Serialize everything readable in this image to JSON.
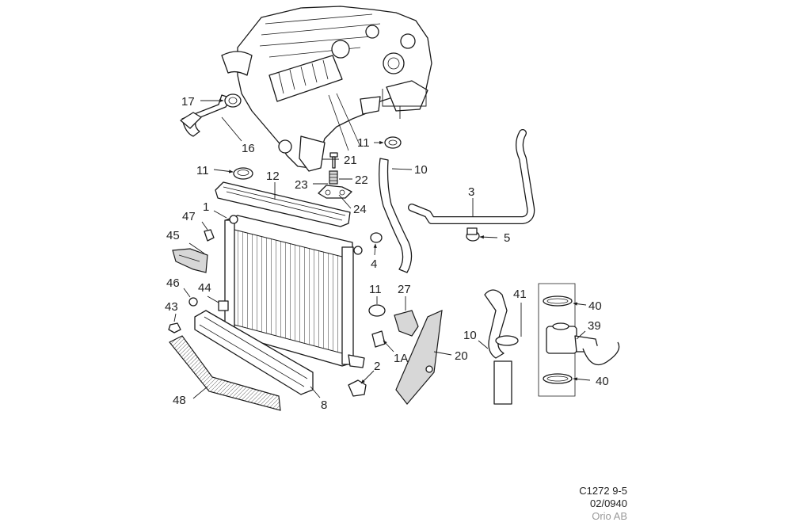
{
  "diagram": {
    "callouts": {
      "c17": "17",
      "c16": "16",
      "c11a": "11",
      "c21": "21",
      "c10a": "10",
      "c3": "3",
      "c11b": "11",
      "c12": "12",
      "c23": "23",
      "c22": "22",
      "c24": "24",
      "c47": "47",
      "c1": "1",
      "c45": "45",
      "c5": "5",
      "c4": "4",
      "c46": "46",
      "c44": "44",
      "c11c": "11",
      "c27": "27",
      "c41": "41",
      "c40a": "40",
      "c43": "43",
      "c10b": "10",
      "c39": "39",
      "c20": "20",
      "c1a": "1A",
      "c2": "2",
      "c40b": "40",
      "c48": "48",
      "c8": "8"
    }
  },
  "footer": {
    "ref": "C1272 9-5",
    "date": "02/0940",
    "company": "Orio AB"
  }
}
